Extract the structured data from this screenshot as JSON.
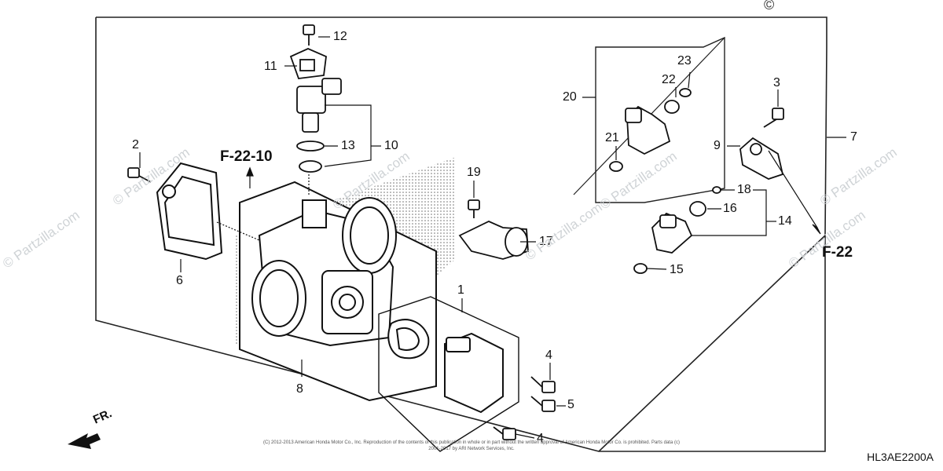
{
  "callouts": {
    "p1": "1",
    "p2": "2",
    "p3": "3",
    "p4a": "4",
    "p4b": "4",
    "p5": "5",
    "p6": "6",
    "p7": "7",
    "p8": "8",
    "p9": "9",
    "p10": "10",
    "p11": "11",
    "p12": "12",
    "p13": "13",
    "p14": "14",
    "p15": "15",
    "p16": "16",
    "p17": "17",
    "p18": "18",
    "p19": "19",
    "p20": "20",
    "p21": "21",
    "p22": "22",
    "p23": "23"
  },
  "refs": {
    "f2210": "F-22-10",
    "f22": "F-22"
  },
  "direction_label": "FR.",
  "diagram_code": "HL3AE2200A",
  "watermark": "© Partzilla.com",
  "corner_symbol": "©",
  "copyright_notice": "(C) 2012-2013 American Honda Motor Co., Inc. Reproduction of the contents of this publication in whole or in part without the written approval of American Honda Motor Co. is prohibited. Parts data (c) 2001-2017 by ARI Network Services, Inc."
}
